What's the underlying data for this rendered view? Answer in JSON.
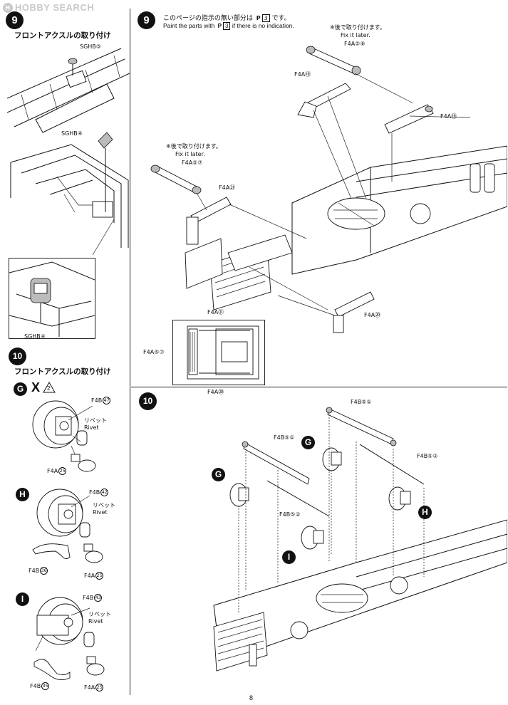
{
  "watermark": {
    "text": "HOBBY SEARCH"
  },
  "page_number": "8",
  "left": {
    "step9": {
      "number": "9",
      "title": "フロントアクスルの取り付け",
      "parts": [
        "SGHB⑤",
        "SGHB④",
        "SGHB④"
      ]
    },
    "step10": {
      "number": "10",
      "title": "フロントアクスルの取り付け",
      "option_g": {
        "badge": "G",
        "mark": "X",
        "triangle_num": "2",
        "labels": {
          "part1": "F4B",
          "part1_num": "47",
          "rivet_jp": "リベット",
          "rivet_en": "Rivet",
          "part2": "F4A",
          "part2_num": "25"
        }
      },
      "option_h": {
        "badge": "H",
        "labels": {
          "part1": "F4B",
          "part1_num": "42",
          "rivet_jp": "リベット",
          "rivet_en": "Rivet",
          "part2": "F4B",
          "part2_num": "36",
          "part3": "F4A",
          "part3_num": "25"
        }
      },
      "option_i": {
        "badge": "I",
        "labels": {
          "part1": "F4B",
          "part1_num": "43",
          "rivet_jp": "リベット",
          "rivet_en": "Rivet",
          "part2": "F4B",
          "part2_num": "35",
          "part3": "F4A",
          "part3_num": "25"
        }
      }
    }
  },
  "right": {
    "step9": {
      "number": "9",
      "note_jp_pre": "このページの指示の無い部分は",
      "note_jp_ph": "P",
      "note_jp_num": "3",
      "note_jp_post": "です。",
      "note_en_pre": "Paint the parts with",
      "note_en_ph": "P",
      "note_en_num": "3",
      "note_en_post": "if there is no indication.",
      "fix_later_jp": "※後で取り付けます。",
      "fix_later_en": "Fix it later.",
      "parts": {
        "p58": "F4A⑤⑧",
        "p18": "F4A⑱",
        "p19": "F4A⑲",
        "p57": "F4A⑤⑦",
        "p21": "F4A㉑",
        "p20": "F4A⑳"
      },
      "inset": {
        "top": "F4A㉑",
        "left": "F4A⑤⑦",
        "bottom": "F4A⑳"
      }
    },
    "step10": {
      "number": "10",
      "parts": {
        "top": "F4B⑤①",
        "left_bar": "F4B⑤①",
        "right_rod": "F4B⑤②",
        "left_rod": "F4B⑤②"
      },
      "badges": {
        "g_left": "G",
        "g_right": "G",
        "h": "H",
        "i": "I"
      }
    }
  }
}
